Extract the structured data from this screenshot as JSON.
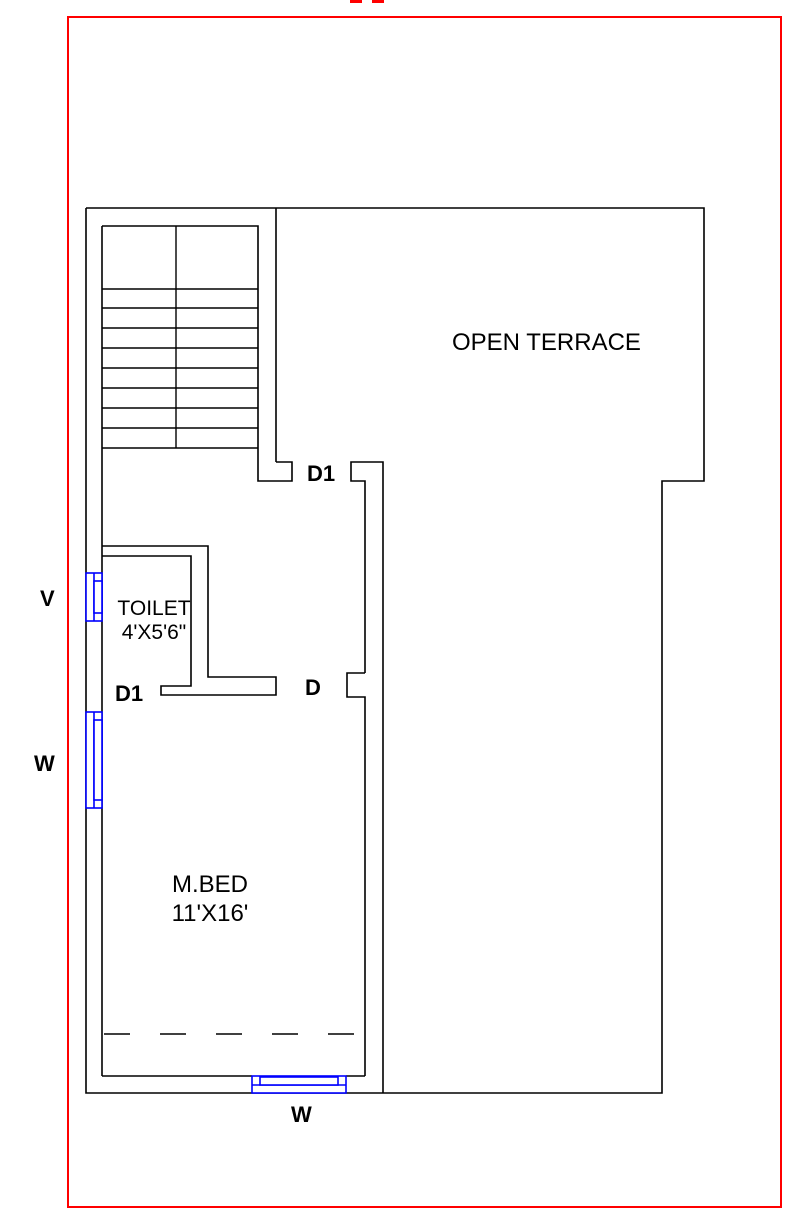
{
  "rooms": {
    "open_terrace": "OPEN TERRACE",
    "toilet": {
      "name": "TOILET",
      "size": "4'X5'6\""
    },
    "master_bed": {
      "name": "M.BED",
      "size": "11'X16'"
    }
  },
  "tags": {
    "door_d1_top": "D1",
    "door_d1_toilet": "D1",
    "door_d": "D",
    "ventilator": "V",
    "window_left": "W",
    "window_bottom": "W"
  },
  "colors": {
    "boundary": "#ff0000",
    "walls": "#000000",
    "windows": "#0000ff"
  }
}
